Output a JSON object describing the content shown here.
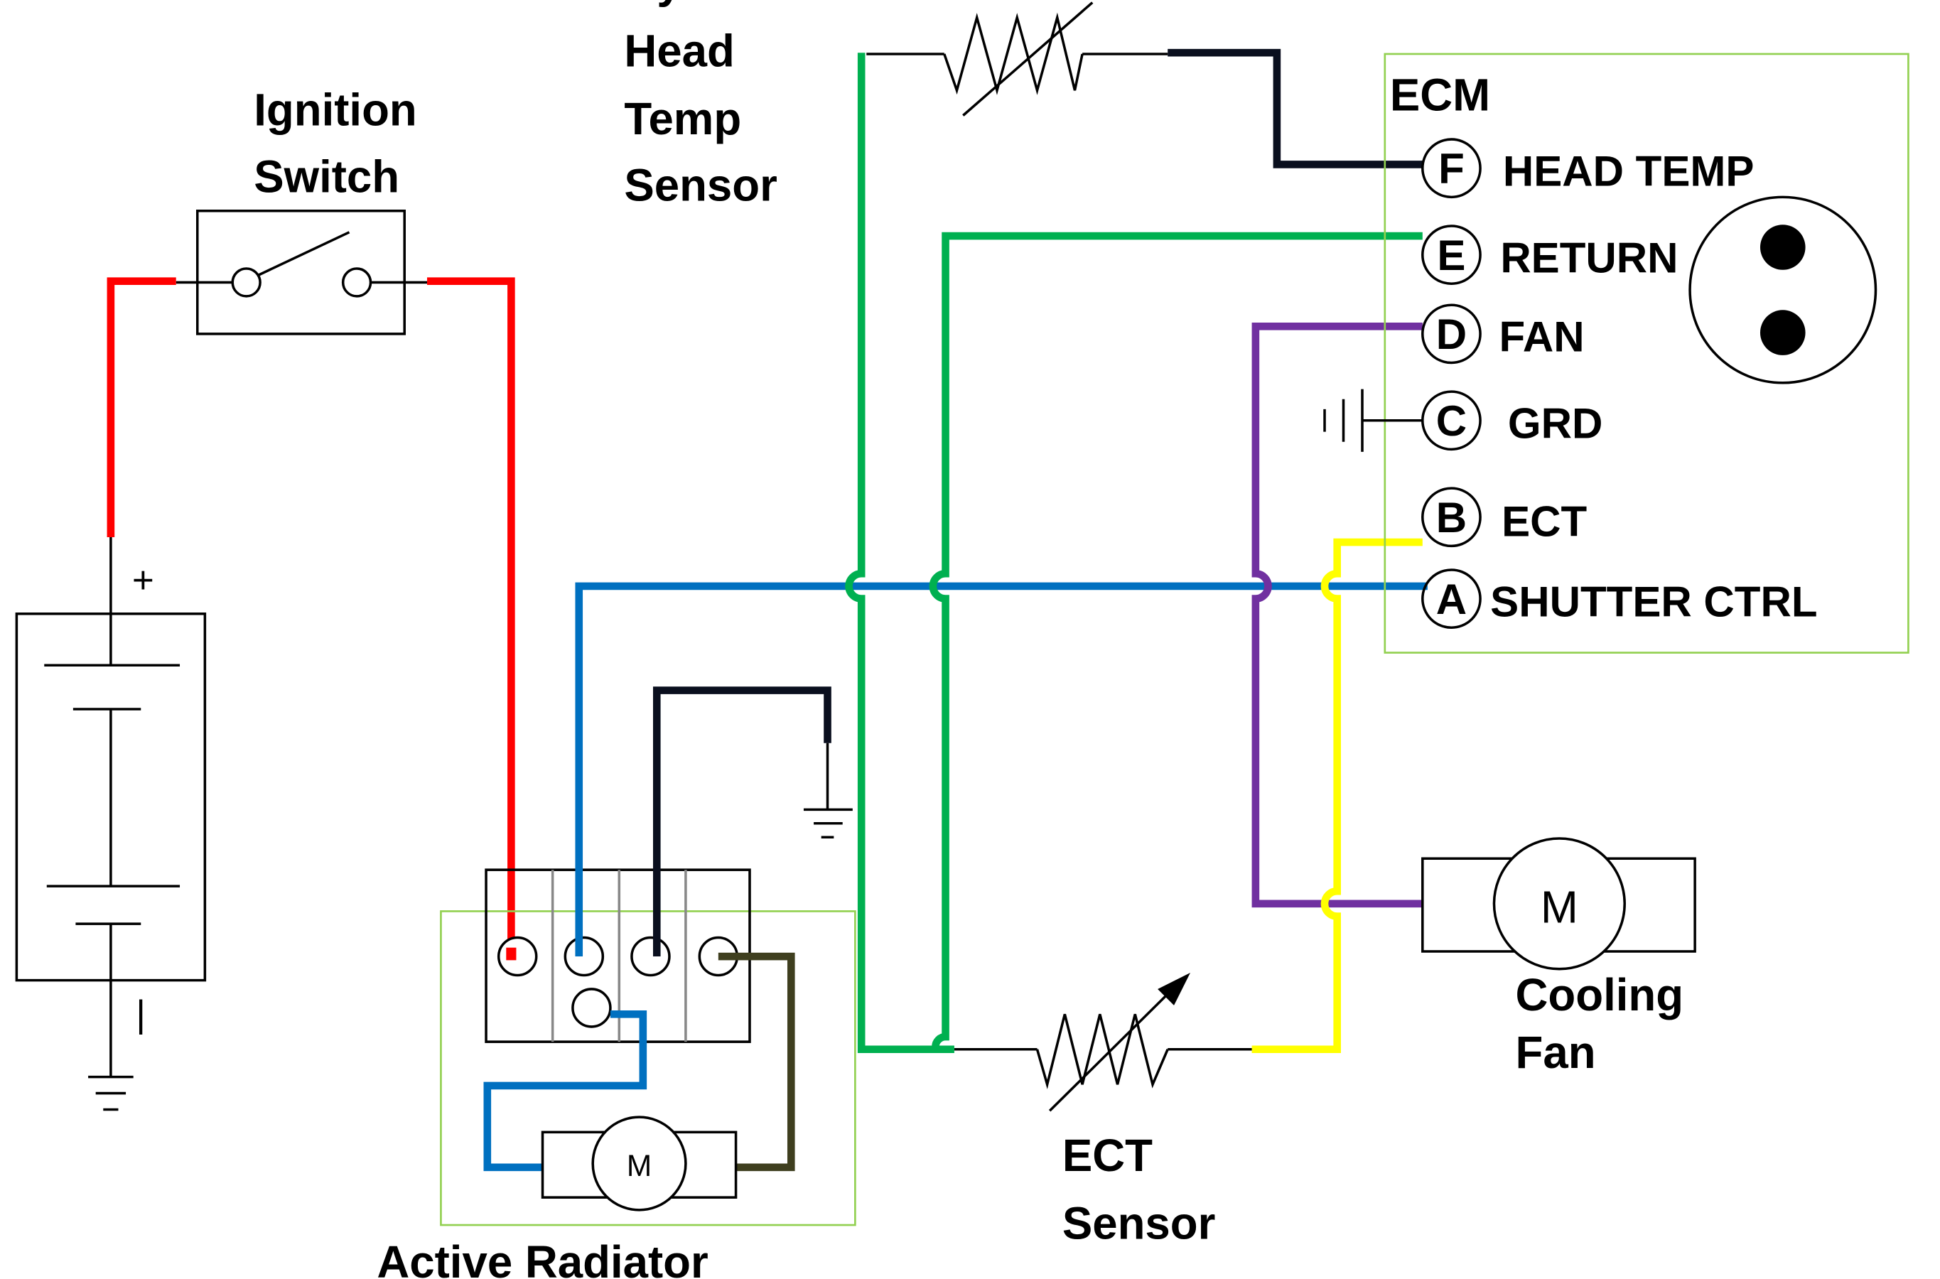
{
  "labels": {
    "ignition_switch": [
      "Ignition",
      "Switch"
    ],
    "head_temp_sensor": [
      "Cylinder",
      "Head",
      "Temp",
      "Sensor"
    ],
    "ecm": "ECM",
    "active_radiator": "Active Radiator",
    "ect_sensor": [
      "ECT",
      "Sensor"
    ],
    "cooling_fan": [
      "Cooling",
      "Fan"
    ],
    "battery_plus": "+",
    "battery_minus": "|",
    "motor": "M"
  },
  "ecm_pins": [
    {
      "letter": "F",
      "name": "HEAD TEMP"
    },
    {
      "letter": "E",
      "name": "RETURN"
    },
    {
      "letter": "D",
      "name": "FAN"
    },
    {
      "letter": "C",
      "name": "GRD"
    },
    {
      "letter": "B",
      "name": "ECT"
    },
    {
      "letter": "A",
      "name": "SHUTTER CTRL"
    }
  ],
  "colors": {
    "power": "#ff0000",
    "shutter_ctrl": "#0070c0",
    "return": "#00b050",
    "fan": "#7030a0",
    "ect": "#ffff00",
    "ground": "#0a0f1e",
    "motor": "#3f3f1f",
    "box_outline": "#92d050"
  }
}
